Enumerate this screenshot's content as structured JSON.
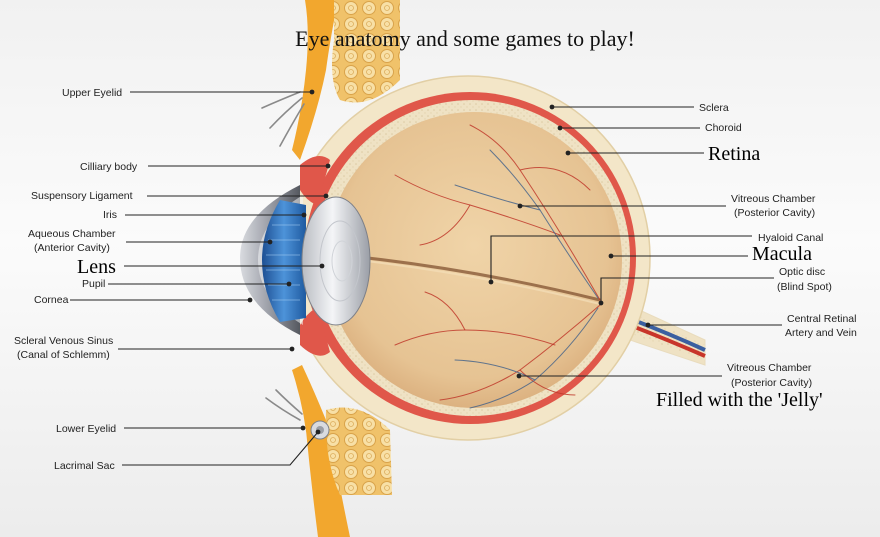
{
  "title": "Eye anatomy and some games to play!",
  "labels_left": {
    "upper_eyelid": "Upper Eyelid",
    "ciliary_body": "Cilliary body",
    "suspensory_ligament": "Suspensory Ligament",
    "iris": "Iris",
    "aqueous_chamber_1": "Aqueous Chamber",
    "aqueous_chamber_2": "(Anterior Cavity)",
    "pupil": "Pupil",
    "cornea": "Cornea",
    "scleral_sinus_1": "Scleral Venous Sinus",
    "scleral_sinus_2": "(Canal of Schlemm)",
    "lower_eyelid": "Lower Eyelid",
    "lacrimal_sac": "Lacrimal Sac"
  },
  "labels_right": {
    "sclera": "Sclera",
    "choroid": "Choroid",
    "vitreous_top_1": "Vitreous Chamber",
    "vitreous_top_2": "(Posterior Cavity)",
    "hyaloid_canal": "Hyaloid Canal",
    "optic_disc_1": "Optic disc",
    "optic_disc_2": "(Blind Spot)",
    "central_retinal_1": "Central Retinal",
    "central_retinal_2": "Artery and Vein",
    "vitreous_bottom_1": "Vitreous Chamber",
    "vitreous_bottom_2": "(Posterior Cavity)"
  },
  "annotations": {
    "lens": "Lens",
    "retina": "Retina",
    "macula": "Macula",
    "jelly": "Filled with the 'Jelly'"
  },
  "colors": {
    "sclera": "#f3e6c8",
    "choroid": "#e0574a",
    "vitreous": "#e7c79a",
    "eyelid": "#f2a72e",
    "iris": "#3a78c2",
    "vessel_red": "#c0392b",
    "vessel_blue": "#3f5f8a"
  }
}
